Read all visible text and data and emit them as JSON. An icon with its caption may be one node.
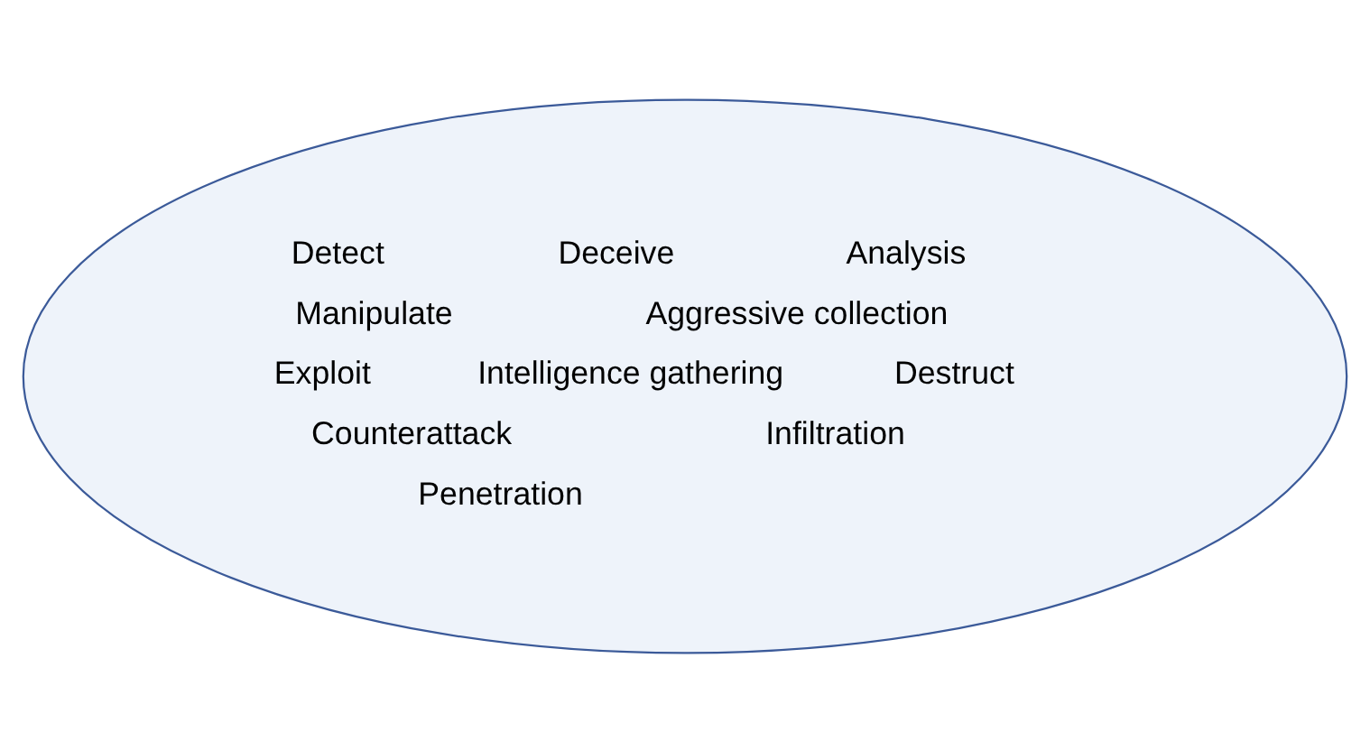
{
  "diagram": {
    "nodes": [
      {
        "text": [
          "Detect",
          "Deceive",
          "Analysis",
          "Manipulate",
          "Aggressive collection",
          "Exploit",
          "Intelligence gathering",
          "Destruct",
          "Counterattack",
          "Infiltration",
          "Penetration"
        ]
      }
    ]
  }
}
